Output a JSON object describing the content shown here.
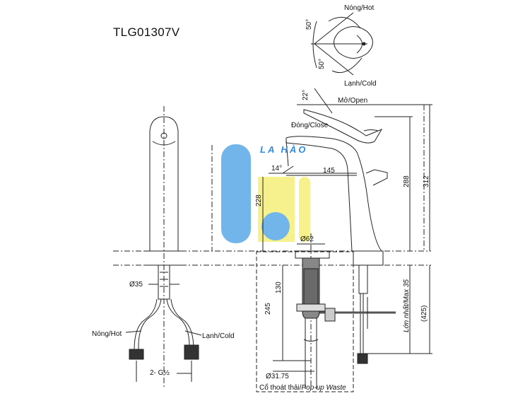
{
  "model_code": "TLG01307V",
  "watermark": "LA HÀO",
  "handle": {
    "hot": "Nóng/Hot",
    "cold": "Lạnh/Cold",
    "angle_hot": "50°",
    "angle_cold": "50°",
    "angle_open": "22°",
    "open": "Mở/Open",
    "close": "Đóng/Close"
  },
  "front_view": {
    "diameter_shank": "Ø35",
    "hose_hot": "Nóng/Hot",
    "hose_cold": "Lạnh/Cold",
    "connection": "2- G½"
  },
  "side_view": {
    "spout_angle": "14°",
    "spout_reach": "145",
    "spout_height": "228",
    "body_height": "288",
    "total_height": "312",
    "base_diameter": "Ø62",
    "waste_depth_130": "130",
    "waste_depth_245": "245",
    "max_thickness": "Lớn nhất/Max 35",
    "overall_below": "(425)",
    "waste_diameter": "Ø31.75",
    "popup_waste_vi": "Cổ thoát thải/",
    "popup_waste_en": "Pop-up Waste"
  },
  "colors": {
    "watermark_blue": "#5aa9e8",
    "watermark_yellow": "#f6ef7a",
    "line": "#222222"
  }
}
